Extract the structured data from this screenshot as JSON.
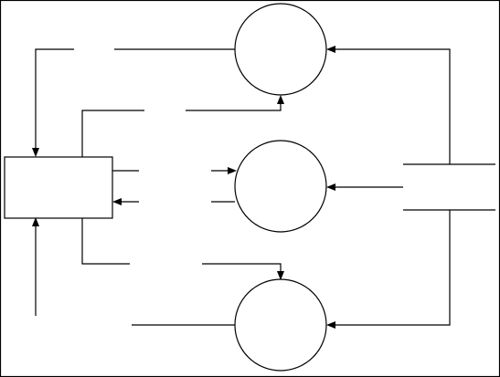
{
  "diagram": {
    "type": "data-flow-diagram",
    "nodes": [
      {
        "id": "external-entity",
        "kind": "rectangle",
        "label": ""
      },
      {
        "id": "process-top",
        "kind": "circle",
        "label": ""
      },
      {
        "id": "process-middle",
        "kind": "circle",
        "label": ""
      },
      {
        "id": "process-bottom",
        "kind": "circle",
        "label": ""
      },
      {
        "id": "data-store",
        "kind": "open-rectangle",
        "label": ""
      }
    ],
    "flows": [
      {
        "id": "flow-top-to-entity",
        "from": "process-top",
        "to": "external-entity",
        "label": ""
      },
      {
        "id": "flow-entity-to-top",
        "from": "external-entity",
        "to": "process-top",
        "label": ""
      },
      {
        "id": "flow-entity-to-middle",
        "from": "external-entity",
        "to": "process-middle",
        "label": ""
      },
      {
        "id": "flow-middle-to-entity",
        "from": "process-middle",
        "to": "external-entity",
        "label": ""
      },
      {
        "id": "flow-entity-to-bottom",
        "from": "external-entity",
        "to": "process-bottom",
        "label": ""
      },
      {
        "id": "flow-bottom-to-entity",
        "from": "process-bottom",
        "to": "external-entity",
        "label": ""
      },
      {
        "id": "flow-store-to-top",
        "from": "data-store",
        "to": "process-top",
        "label": ""
      },
      {
        "id": "flow-store-to-middle",
        "from": "data-store",
        "to": "process-middle",
        "label": ""
      },
      {
        "id": "flow-store-to-bottom",
        "from": "data-store",
        "to": "process-bottom",
        "label": ""
      }
    ]
  }
}
